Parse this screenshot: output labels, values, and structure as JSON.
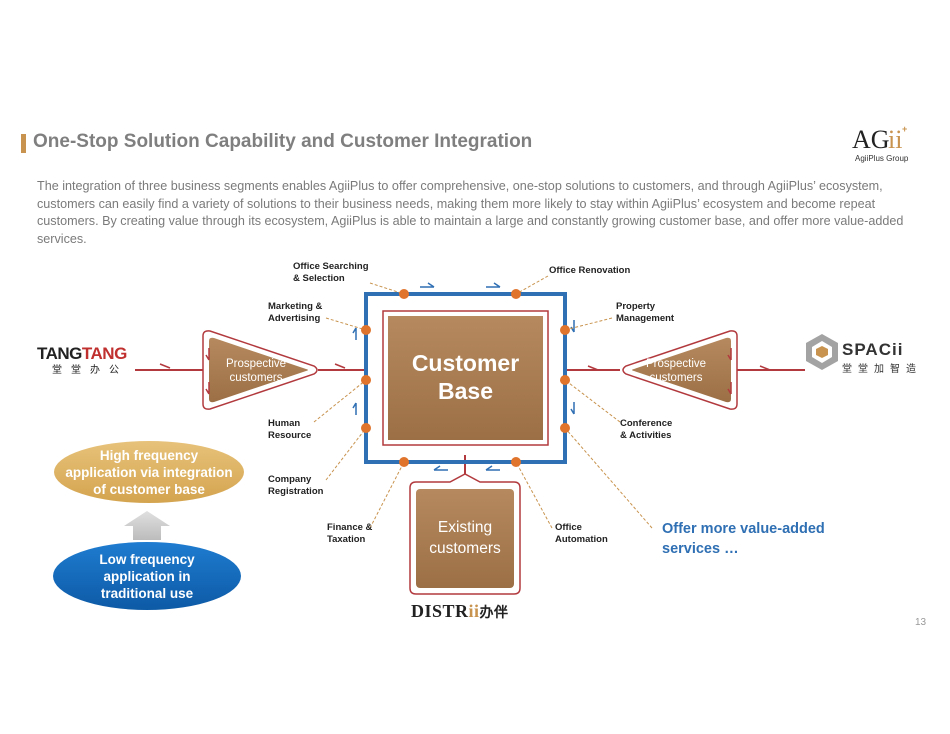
{
  "title": "One-Stop Solution Capability and Customer Integration",
  "intro": "The integration of three business segments enables AgiiPlus to offer comprehensive, one-stop solutions to customers, and through AgiiPlus’ ecosystem, customers can easily find a variety of solutions to their business needs, making them more likely to stay within AgiiPlus’ ecosystem and become repeat customers. By creating value through its ecosystem, AgiiPlus is able to maintain a large and constantly growing customer base, and offer more value-added services.",
  "logo": {
    "mark": "AGii",
    "caption": "AgiiPlus Group"
  },
  "page_number": "13",
  "center": {
    "line1": "Customer",
    "line2": "Base"
  },
  "prospective_left": {
    "line1": "Prospective",
    "line2": "customers"
  },
  "prospective_right": {
    "line1": "Prospective",
    "line2": "customers"
  },
  "existing": {
    "line1": "Existing",
    "line2": "customers"
  },
  "services": {
    "office_searching": {
      "l1": "Office Searching",
      "l2": "& Selection"
    },
    "office_renovation": {
      "l1": "Office Renovation"
    },
    "marketing": {
      "l1": "Marketing &",
      "l2": "Advertising"
    },
    "property": {
      "l1": "Property",
      "l2": "Management"
    },
    "human_resource": {
      "l1": "Human",
      "l2": "Resource"
    },
    "conference": {
      "l1": "Conference",
      "l2": "& Activities"
    },
    "company_registration": {
      "l1": "Company",
      "l2": "Registration"
    },
    "finance": {
      "l1": "Finance &",
      "l2": "Taxation"
    },
    "office_automation": {
      "l1": "Office",
      "l2": "Automation"
    }
  },
  "high_frequency": {
    "l1": "High frequency",
    "l2": "application via integration",
    "l3": "of customer base"
  },
  "low_frequency": {
    "l1": "Low frequency",
    "l2": "application in",
    "l3": "traditional use"
  },
  "offer": {
    "l1": "Offer more value-added",
    "l2": "services …"
  },
  "brands": {
    "tangtang_a": "TANG",
    "tangtang_b": "TANG",
    "tangtang_cn": "堂堂办公",
    "spacii": "SPACii",
    "spacii_cn": "堂堂加智造",
    "distrii_a": "DISTR",
    "distrii_b": "ii",
    "distrii_cn": "办伴"
  },
  "colors": {
    "accent_gold": "#c8934e",
    "box_brown": "#a87a4f",
    "frame_blue": "#2f6fb3",
    "line_red": "#b23a3e"
  }
}
